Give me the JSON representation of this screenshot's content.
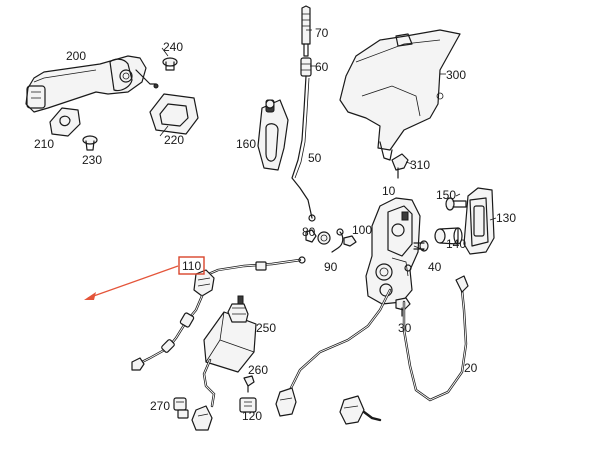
{
  "callouts": {
    "p200": "200",
    "p240": "240",
    "p210": "210",
    "p230": "230",
    "p220": "220",
    "p70": "70",
    "p60": "60",
    "p160": "160",
    "p50": "50",
    "p300": "300",
    "p310": "310",
    "p10": "10",
    "p150": "150",
    "p130": "130",
    "p80": "80",
    "p100": "100",
    "p140": "140",
    "p90": "90",
    "p40": "40",
    "p110": "110",
    "p250": "250",
    "p30": "30",
    "p260": "260",
    "p270": "270",
    "p120": "120",
    "p20": "20"
  },
  "highlight": {
    "part": "110",
    "color": "#d9442b",
    "arrow_color": "#e4553a"
  },
  "colors": {
    "line": "#1a1a1a",
    "background": "#ffffff"
  }
}
